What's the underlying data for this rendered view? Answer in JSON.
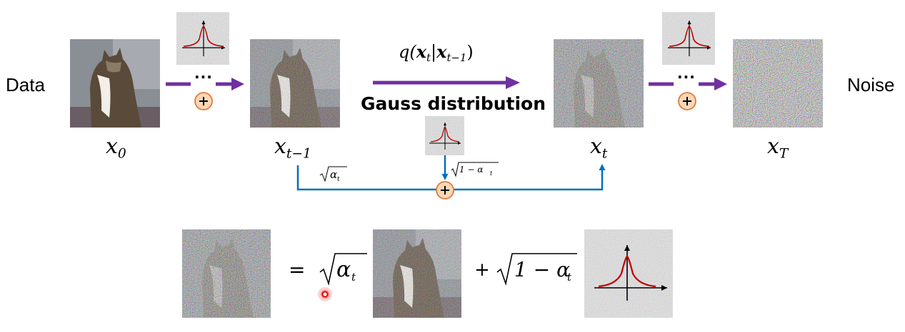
{
  "labels": {
    "data": "Data",
    "noise": "Noise",
    "x0": "x",
    "x0_sub": "0",
    "xt1": "x",
    "xt1_sub": "t−1",
    "xt": "x",
    "xt_sub": "t",
    "xT": "x",
    "xT_sub": "T"
  },
  "center": {
    "transition_q": "q(",
    "transition_x": "x",
    "transition_t": "t",
    "transition_bar": "|",
    "transition_x2": "x",
    "transition_t1": "t−1",
    "transition_close": ")",
    "gauss": "Gauss distribution"
  },
  "coefficients": {
    "sqrt_alpha_small": "α",
    "sqrt_alpha_small_sub": "t",
    "sqrt_one_minus_small": "1 − α",
    "sqrt_one_minus_small_sub": "t"
  },
  "ellipsis": "···",
  "plus": "+",
  "equation": {
    "equals": "=",
    "alpha": "α",
    "alpha_sub": "t",
    "plus": "+",
    "one_minus": "1 − α",
    "one_minus_sub": "t"
  },
  "colors": {
    "purple": "#7030A0",
    "blue": "#0070C0",
    "orange": "#E07B39",
    "gauss_curve": "#C00000"
  }
}
